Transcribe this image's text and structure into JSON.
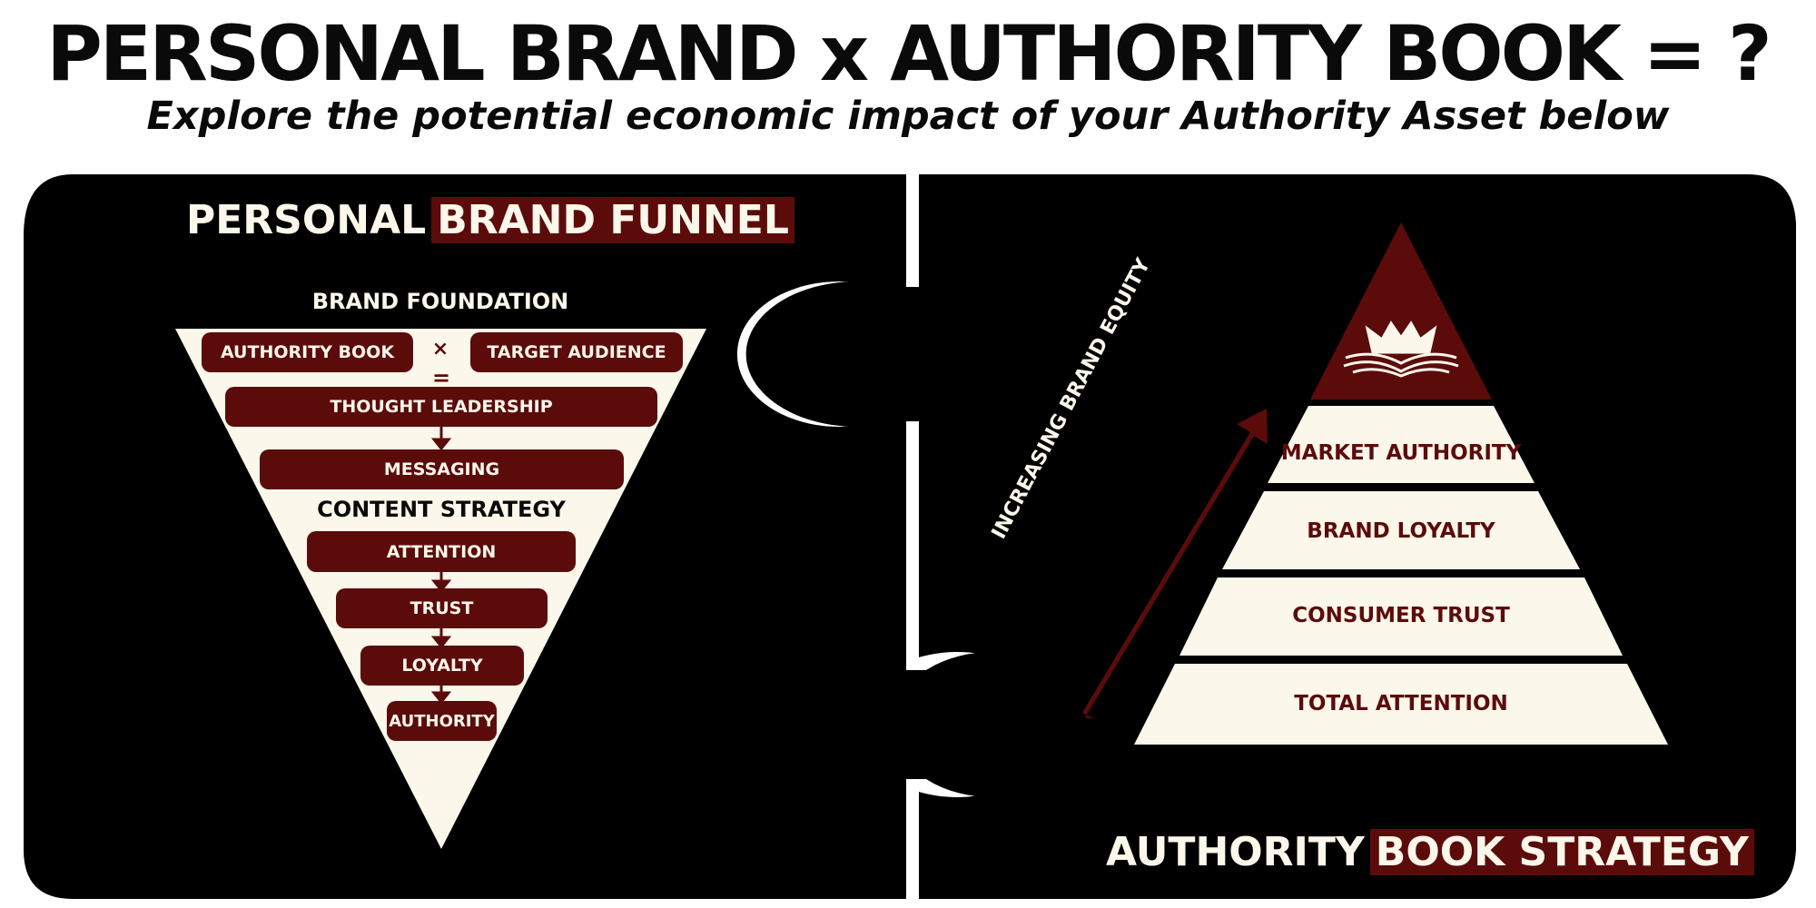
{
  "title": "PERSONAL BRAND x  AUTHORITY BOOK = ?",
  "subtitle": "Explore the potential economic impact of your Authority Asset below",
  "colors": {
    "background": "#000000",
    "accent": "#5c0b0b",
    "cream": "#fbf7ea"
  },
  "funnel": {
    "heading_plain": "PERSONAL",
    "heading_highlight": "BRAND FUNNEL",
    "foundation_label": "BRAND FOUNDATION",
    "authority_book": "AUTHORITY BOOK",
    "times": "×",
    "target_audience": "TARGET AUDIENCE",
    "equals": "=",
    "thought_leadership": "THOUGHT LEADERSHIP",
    "messaging": "MESSAGING",
    "content_strategy": "CONTENT STRATEGY",
    "stages": [
      "ATTENTION",
      "TRUST",
      "LOYALTY",
      "AUTHORITY"
    ]
  },
  "pyramid": {
    "top_icon": "crown-book-icon",
    "tiers": [
      "MARKET AUTHORITY",
      "BRAND LOYALTY",
      "CONSUMER TRUST",
      "TOTAL ATTENTION"
    ],
    "equity_label": "INCREASING BRAND EQUITY",
    "heading_plain": "AUTHORITY",
    "heading_highlight": "BOOK STRATEGY"
  }
}
